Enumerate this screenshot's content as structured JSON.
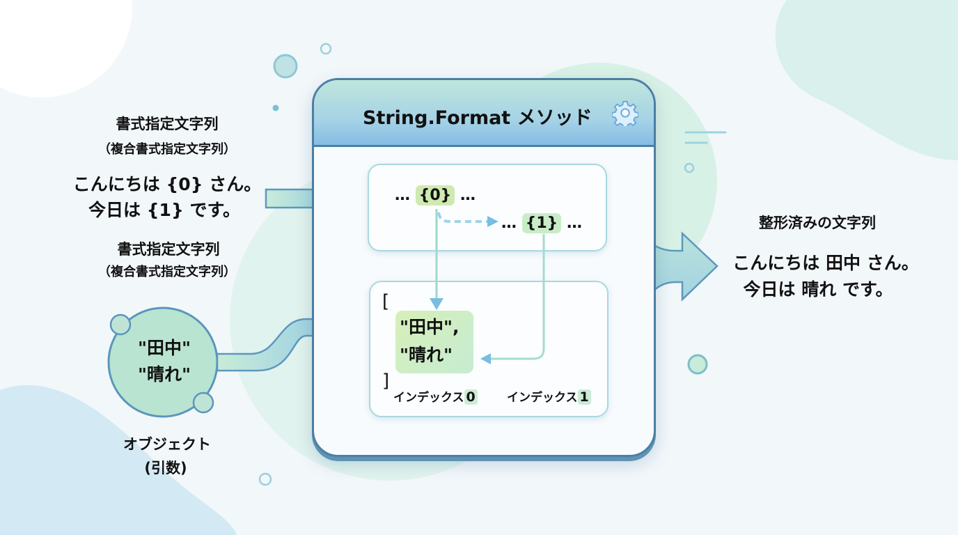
{
  "method_panel": {
    "title": "String.Format メソッド",
    "icon": "gear-icon",
    "format_row": {
      "ellipsis_before_0": "…",
      "placeholder_0": "{0}",
      "ellipsis_after_0": "…",
      "ellipsis_before_1": "…",
      "placeholder_1": "{1}",
      "ellipsis_after_1": "…"
    },
    "args_row": {
      "open_bracket": "[",
      "value_0": "\"田中\",",
      "value_1": "\"晴れ\"",
      "close_bracket": "]",
      "index_label_0": "インデックス",
      "index_num_0": "0",
      "index_label_1": "インデックス",
      "index_num_1": "1"
    }
  },
  "left": {
    "format_label_1": "書式指定文字列",
    "format_sublabel_1": "（複合書式指定文字列）",
    "format_string_line1": "こんにちは {0} さん。",
    "format_string_line2": "今日は {1} です。",
    "format_label_2": "書式指定文字列",
    "format_sublabel_2": "（複合書式指定文字列）",
    "object_value_1": "\"田中\"",
    "object_value_2": "\"晴れ\"",
    "object_label": "オブジェクト",
    "object_sublabel": "(引数)"
  },
  "right": {
    "result_label": "整形済みの文字列",
    "result_line1": "こんにちは 田中 さん。",
    "result_line2": "今日は 晴れ です。"
  },
  "colors": {
    "panel_border": "#4b7fa3",
    "header_green": "#bfe6dc",
    "header_blue": "#86bde4",
    "chip_green": "#cfeab0",
    "arrow_blue": "#79bde0"
  }
}
